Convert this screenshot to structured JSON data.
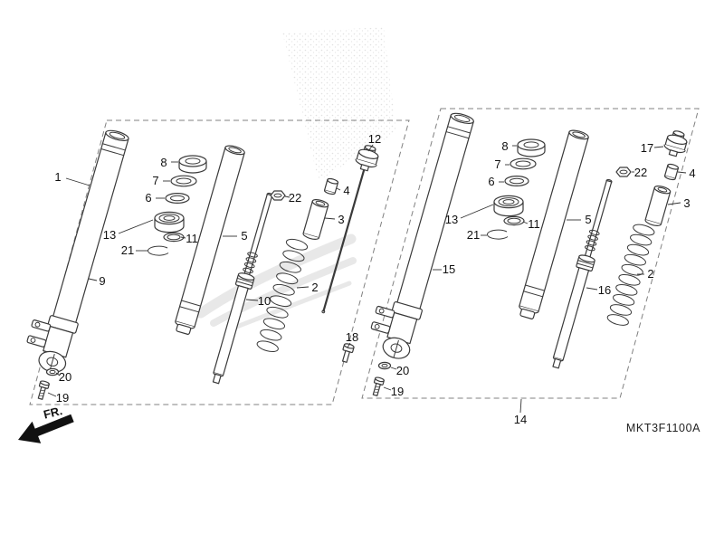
{
  "diagram_code": "MKT3F1100A",
  "direction_indicator": "FR.",
  "colors": {
    "line_art": "#3a3a3a",
    "background": "#ffffff"
  },
  "assemblies": {
    "left": {
      "callouts": [
        {
          "num": "1",
          "label": [
            64,
            196
          ],
          "line": [
            73,
            197,
            99,
            205
          ]
        },
        {
          "num": "8",
          "label": [
            181,
            180
          ],
          "line": [
            189,
            179,
            197,
            179
          ]
        },
        {
          "num": "7",
          "label": [
            172,
            200
          ],
          "line": [
            180,
            200,
            188,
            200
          ]
        },
        {
          "num": "6",
          "label": [
            164,
            219
          ],
          "line": [
            172,
            219,
            182,
            219
          ]
        },
        {
          "num": "13",
          "label": [
            121,
            260
          ],
          "line": [
            131,
            258,
            169,
            243
          ]
        },
        {
          "num": "21",
          "label": [
            141,
            277
          ],
          "line": [
            150,
            277,
            163,
            277
          ]
        },
        {
          "num": "11",
          "label": [
            212,
            264
          ],
          "line": [
            205,
            263,
            200,
            262
          ]
        },
        {
          "num": "9",
          "label": [
            113,
            311
          ],
          "line": [
            107,
            310,
            98,
            308
          ]
        },
        {
          "num": "5",
          "label": [
            270,
            261
          ],
          "line": [
            262,
            261,
            246,
            261
          ]
        },
        {
          "num": "10",
          "label": [
            292,
            333
          ],
          "line": [
            285,
            332,
            272,
            331
          ]
        },
        {
          "num": "2",
          "label": [
            348,
            318
          ],
          "line": [
            341,
            317,
            328,
            318
          ]
        },
        {
          "num": "3",
          "label": [
            377,
            243
          ],
          "line": [
            370,
            242,
            359,
            241
          ]
        },
        {
          "num": "4",
          "label": [
            383,
            211
          ],
          "line": [
            376,
            210,
            372,
            208
          ]
        },
        {
          "num": "12",
          "label": [
            414,
            154
          ],
          "line": [
            412,
            160,
            407,
            167
          ]
        },
        {
          "num": "22",
          "label": [
            326,
            219
          ],
          "line": [
            320,
            218,
            315,
            217
          ]
        },
        {
          "num": "18",
          "label": [
            389,
            373
          ],
          "line": [
            387,
            379,
            384,
            384
          ]
        },
        {
          "num": "20",
          "label": [
            72,
            417
          ],
          "line": [
            66,
            415,
            62,
            412
          ]
        },
        {
          "num": "19",
          "label": [
            69,
            440
          ],
          "line": [
            62,
            438,
            53,
            434
          ]
        }
      ]
    },
    "right": {
      "callouts": [
        {
          "num": "15",
          "label": [
            496,
            298
          ],
          "line": [
            488,
            298,
            478,
            298
          ]
        },
        {
          "num": "8",
          "label": [
            558,
            162
          ],
          "line": [
            566,
            161,
            571,
            161
          ]
        },
        {
          "num": "7",
          "label": [
            550,
            182
          ],
          "line": [
            558,
            182,
            563,
            182
          ]
        },
        {
          "num": "6",
          "label": [
            543,
            201
          ],
          "line": [
            551,
            201,
            557,
            201
          ]
        },
        {
          "num": "13",
          "label": [
            499,
            243
          ],
          "line": [
            509,
            241,
            545,
            226
          ]
        },
        {
          "num": "21",
          "label": [
            523,
            260
          ],
          "line": [
            531,
            260,
            538,
            260
          ]
        },
        {
          "num": "11",
          "label": [
            590,
            248
          ],
          "line": [
            583,
            247,
            578,
            245
          ]
        },
        {
          "num": "5",
          "label": [
            650,
            243
          ],
          "line": [
            642,
            243,
            626,
            243
          ]
        },
        {
          "num": "16",
          "label": [
            668,
            321
          ],
          "line": [
            660,
            320,
            648,
            318
          ]
        },
        {
          "num": "2",
          "label": [
            719,
            303
          ],
          "line": [
            712,
            303,
            704,
            303
          ]
        },
        {
          "num": "3",
          "label": [
            759,
            225
          ],
          "line": [
            752,
            224,
            738,
            226
          ]
        },
        {
          "num": "4",
          "label": [
            765,
            192
          ],
          "line": [
            758,
            191,
            749,
            190
          ]
        },
        {
          "num": "17",
          "label": [
            715,
            164
          ],
          "line": [
            723,
            163,
            733,
            162
          ]
        },
        {
          "num": "22",
          "label": [
            708,
            191
          ],
          "line": [
            701,
            190,
            698,
            190
          ]
        },
        {
          "num": "20",
          "label": [
            445,
            410
          ],
          "line": [
            438,
            408,
            432,
            406
          ]
        },
        {
          "num": "19",
          "label": [
            439,
            433
          ],
          "line": [
            432,
            431,
            424,
            428
          ]
        },
        {
          "num": "14",
          "label": [
            575,
            464
          ],
          "line": [
            575,
            456,
            576,
            441
          ]
        }
      ]
    }
  }
}
